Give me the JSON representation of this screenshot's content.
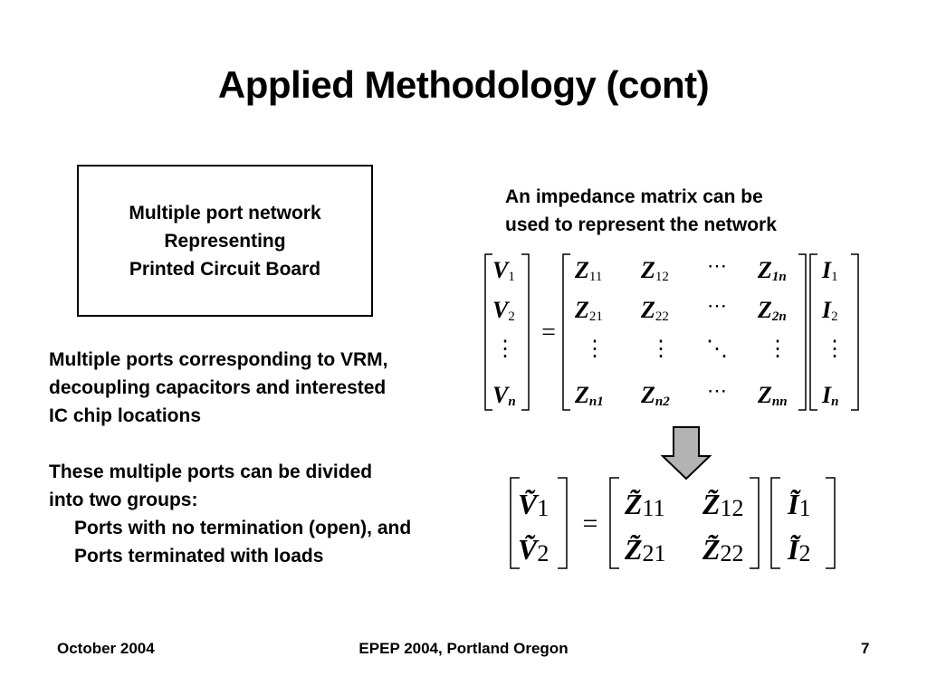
{
  "slide": {
    "title": "Applied Methodology (cont)"
  },
  "network_box": {
    "lines": [
      "Multiple port network",
      "Representing",
      "Printed Circuit Board"
    ]
  },
  "impedance_note": {
    "lines": [
      "An impedance matrix can be",
      "used to represent the network"
    ]
  },
  "ports_note": {
    "lines": [
      "Multiple ports corresponding to VRM,",
      "decoupling capacitors and interested",
      "IC chip locations"
    ]
  },
  "groups_note": {
    "lines": [
      "These multiple ports can be divided",
      "into two groups:"
    ],
    "items": [
      "Ports with no termination (open), and",
      "Ports terminated with loads"
    ]
  },
  "matrix_equation": {
    "voltage_vector": [
      {
        "sym": "V",
        "sub": "1"
      },
      {
        "sym": "V",
        "sub": "2"
      },
      {
        "sym": "⋮",
        "sub": ""
      },
      {
        "sym": "V",
        "sub": "n"
      }
    ],
    "equals": "=",
    "impedance_matrix": [
      [
        {
          "sym": "Z",
          "sub": "11"
        },
        {
          "sym": "Z",
          "sub": "12"
        },
        {
          "sym": "⋯",
          "sub": ""
        },
        {
          "sym": "Z",
          "sub": "1n"
        }
      ],
      [
        {
          "sym": "Z",
          "sub": "21"
        },
        {
          "sym": "Z",
          "sub": "22"
        },
        {
          "sym": "⋯",
          "sub": ""
        },
        {
          "sym": "Z",
          "sub": "2n"
        }
      ],
      [
        {
          "sym": "⋮",
          "sub": ""
        },
        {
          "sym": "⋮",
          "sub": ""
        },
        {
          "sym": "⋱",
          "sub": ""
        },
        {
          "sym": "⋮",
          "sub": ""
        }
      ],
      [
        {
          "sym": "Z",
          "sub": "n1"
        },
        {
          "sym": "Z",
          "sub": "n2"
        },
        {
          "sym": "⋯",
          "sub": ""
        },
        {
          "sym": "Z",
          "sub": "nn"
        }
      ]
    ],
    "current_vector": [
      {
        "sym": "I",
        "sub": "1"
      },
      {
        "sym": "I",
        "sub": "2"
      },
      {
        "sym": "⋮",
        "sub": ""
      },
      {
        "sym": "I",
        "sub": "n"
      }
    ]
  },
  "reduced_equation": {
    "voltage_vector": [
      {
        "sym": "Ṽ",
        "sub": "1"
      },
      {
        "sym": "Ṽ",
        "sub": "2"
      }
    ],
    "equals": "=",
    "impedance_matrix": [
      [
        {
          "sym": "Z̃",
          "sub": "11"
        },
        {
          "sym": "Z̃",
          "sub": "12"
        }
      ],
      [
        {
          "sym": "Z̃",
          "sub": "21"
        },
        {
          "sym": "Z̃",
          "sub": "22"
        }
      ]
    ],
    "current_vector": [
      {
        "sym": "Ĩ",
        "sub": "1"
      },
      {
        "sym": "Ĩ",
        "sub": "2"
      }
    ]
  },
  "arrow": {
    "icon": "down-arrow-icon",
    "fill_color": "#b3b3b3",
    "stroke_color": "#000000"
  },
  "footer": {
    "date": "October 2004",
    "event": "EPEP 2004, Portland Oregon",
    "page_number": "7"
  }
}
